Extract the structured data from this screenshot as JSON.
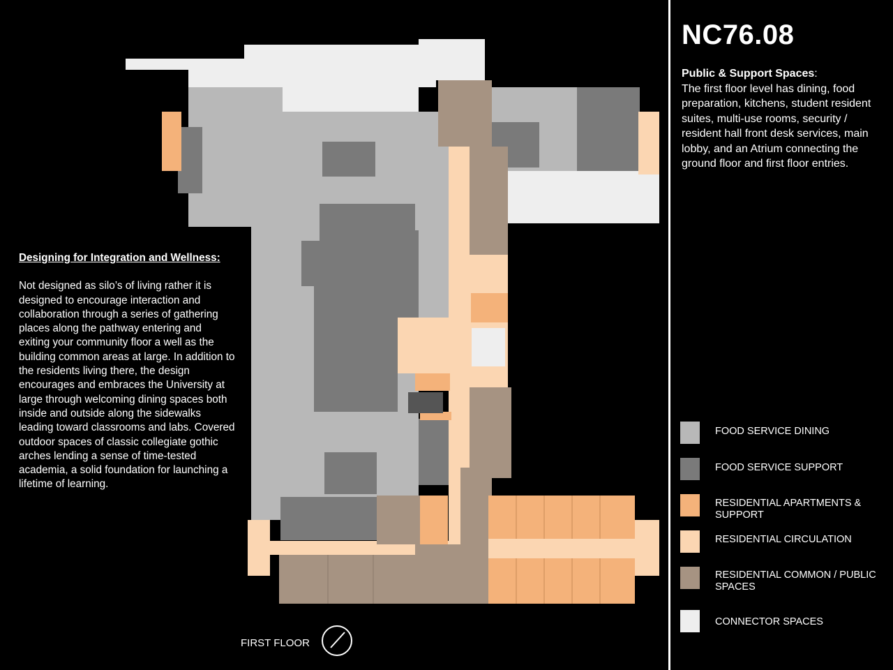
{
  "title": "NC76.08",
  "description": {
    "heading": "Public & Support Spaces",
    "body": "The first floor level has dining, food preparation, kitchens, student resident suites, multi-use rooms, security / resident hall front desk services, main lobby, and an Atrium connecting the ground floor and first floor entries."
  },
  "integration": {
    "heading": "Designing for Integration and Wellness:",
    "body": "Not designed as silo’s of living rather it is designed to encourage interaction and collaboration through a series of gathering places along the pathway entering and exiting your community floor a well as the building common areas at large. In addition to the residents living there, the design encourages and embraces the University at large through welcoming dining spaces both inside and outside along the sidewalks leading toward classrooms and labs. Covered outdoor spaces of classic collegiate gothic arches lending a sense of time-tested academia, a solid foundation for launching a lifetime of learning."
  },
  "floor_label": "FIRST FLOOR",
  "legend": [
    {
      "label": "FOOD SERVICE DINING",
      "color": "#b8b8b8"
    },
    {
      "label": "FOOD SERVICE SUPPORT",
      "color": "#7a7a7a"
    },
    {
      "label": "RESIDENTIAL APARTMENTS & SUPPORT",
      "color": "#f4b27a"
    },
    {
      "label": "RESIDENTIAL CIRCULATION",
      "color": "#fbd6b2"
    },
    {
      "label": "RESIDENTIAL COMMON / PUBLIC SPACES",
      "color": "#a69382"
    },
    {
      "label": "CONNECTOR SPACES",
      "color": "#eeeeee"
    }
  ],
  "colors": {
    "dining": "#b8b8b8",
    "support": "#7a7a7a",
    "apartments": "#f4b27a",
    "circulation": "#fbd6b2",
    "common": "#a69382",
    "connector": "#eeeeee",
    "background": "#000000"
  }
}
